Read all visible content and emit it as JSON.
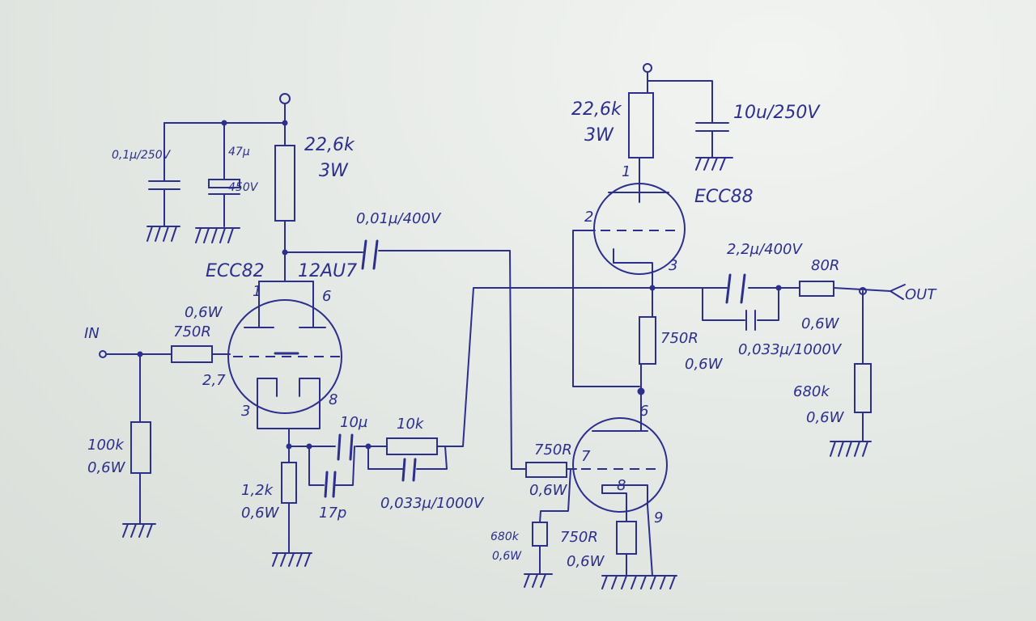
{
  "labels": {
    "in": "IN",
    "out": "OUT",
    "tube1": "ECC82",
    "tube1_alt": "12AU7",
    "tube2": "ECC88",
    "r_anode1": "22,6k",
    "r_anode1_w": "3W",
    "r_anode2": "22,6k",
    "r_anode2_w": "3W",
    "c_psu1": "0,1µ/250V",
    "c_psu1_v": "250V",
    "c_psu2": "47µ",
    "c_psu2_v": "450V",
    "c_psu3": "10u/250V",
    "c_couple": "0,01µ/400V",
    "r_grid_w": "0,6W",
    "r_grid": "750R",
    "r_grid_node": "2,7",
    "r_in": "100k",
    "r_in_w": "0,6W",
    "r_k1": "1,2k",
    "r_k1_w": "0,6W",
    "c_k1": "10µ",
    "c_17p": "17p",
    "r_fb": "10k",
    "c_fb": "0,033µ/1000V",
    "r_mid": "750R",
    "r_mid_w": "0,6W",
    "c_out": "2,2µ/400V",
    "c_out_b": "0,033µ/1000V",
    "r_out": "80R",
    "r_out_w": "0,6W",
    "r_load": "680k",
    "r_load_w": "0,6W",
    "r_g2": "750R",
    "r_g2_w": "0,6W",
    "r_g2b": "680k",
    "r_g2b_w": "0,6W",
    "r_k2": "750R",
    "r_k2_w": "0,6W",
    "pin1": "1",
    "pin2": "2",
    "pin3": "3",
    "pin6": "6",
    "pin7": "7",
    "pin8": "8",
    "pin9": "9"
  }
}
